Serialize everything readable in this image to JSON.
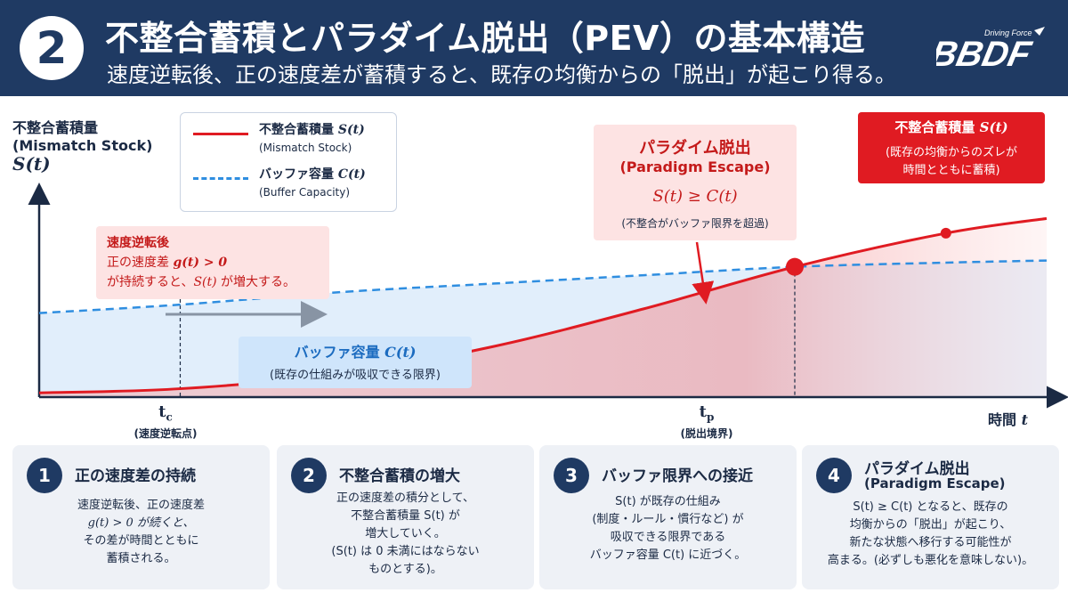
{
  "header": {
    "badge": "2",
    "title": "不整合蓄積とパラダイム脱出（PEV）の基本構造",
    "subtitle": "速度逆転後、正の速度差が蓄積すると、既存の均衡からの「脱出」が起こり得る。",
    "logo_text": "BBDF",
    "logo_tagline": "Driving Force"
  },
  "chart_data": {
    "type": "line",
    "ylabel": [
      "不整合蓄積量",
      "(Mismatch Stock)",
      "S(t)"
    ],
    "xlabel": "時間 t",
    "x_ticks": [
      {
        "label": "t",
        "sub": "c",
        "caption": "(速度逆転点)",
        "x": 0.14
      },
      {
        "label": "t",
        "sub": "p",
        "caption": "(脱出境界)",
        "x": 0.75
      }
    ],
    "xlim": [
      0,
      1
    ],
    "ylim": [
      0,
      1
    ],
    "series": [
      {
        "name": "不整合蓄積量 S(t)",
        "subname": "(Mismatch Stock)",
        "color": "#e01b22",
        "style": "solid",
        "points": [
          [
            0.0,
            0.02
          ],
          [
            0.14,
            0.04
          ],
          [
            0.3,
            0.11
          ],
          [
            0.45,
            0.24
          ],
          [
            0.6,
            0.42
          ],
          [
            0.75,
            0.62
          ],
          [
            0.9,
            0.78
          ],
          [
            1.0,
            0.85
          ]
        ]
      },
      {
        "name": "バッファ容量 C(t)",
        "subname": "(Buffer Capacity)",
        "color": "#2f8ee0",
        "style": "dashed",
        "points": [
          [
            0.0,
            0.4
          ],
          [
            0.14,
            0.44
          ],
          [
            0.3,
            0.5
          ],
          [
            0.45,
            0.54
          ],
          [
            0.6,
            0.58
          ],
          [
            0.75,
            0.62
          ],
          [
            0.9,
            0.64
          ],
          [
            1.0,
            0.65
          ]
        ]
      }
    ],
    "escape_point": [
      0.75,
      0.62
    ],
    "marker_point": [
      0.9,
      0.78
    ]
  },
  "legend": {
    "s_label": "不整合蓄積量",
    "s_math": "S(t)",
    "s_sub": "(Mismatch Stock)",
    "c_label": "バッファ容量",
    "c_math": "C(t)",
    "c_sub": "(Buffer Capacity)"
  },
  "notes": {
    "speed": {
      "h": "速度逆転後",
      "l2a": "正の速度差",
      "l2m": "g(t) > 0",
      "l3a": "が持続すると、",
      "l3m": "S(t)",
      "l3b": "が増大する。"
    },
    "buffer": {
      "h": "バッファ容量",
      "hm": "C(t)",
      "s": "(既存の仕組みが吸収できる限界)"
    },
    "escape": {
      "h": "パラダイム脱出",
      "h2": "(Paradigm Escape)",
      "f": "S(t) ≥ C(t)",
      "s": "(不整合がバッファ限界を超過)"
    },
    "stock": {
      "h": "不整合蓄積量",
      "hm": "S(t)",
      "s1": "(既存の均衡からのズレが",
      "s2": "時間とともに蓄積)"
    }
  },
  "axes": {
    "tc": "t",
    "tc_sub": "c",
    "tc_caption": "(速度逆転点)",
    "tp": "t",
    "tp_sub": "p",
    "tp_caption": "(脱出境界)",
    "x_label": "時間",
    "x_math": "t"
  },
  "cards": [
    {
      "num": "1",
      "title": "正の速度差の持続",
      "title2": "",
      "lines": [
        "速度逆転後、正の速度差",
        "g(t) > 0 が続くと、",
        "その差が時間とともに",
        "蓄積される。"
      ]
    },
    {
      "num": "2",
      "title": "不整合蓄積の増大",
      "title2": "",
      "lines": [
        "正の速度差の積分として、",
        "不整合蓄積量 S(t) が",
        "増大していく。",
        "(S(t) は 0 未満にはならない",
        "ものとする)。"
      ]
    },
    {
      "num": "3",
      "title": "バッファ限界への接近",
      "title2": "",
      "lines": [
        "S(t) が既存の仕組み",
        "(制度・ルール・慣行など) が",
        "吸収できる限界である",
        "バッファ容量 C(t) に近づく。"
      ]
    },
    {
      "num": "4",
      "title": "パラダイム脱出",
      "title2": "(Paradigm Escape)",
      "lines": [
        "S(t) ≥ C(t) となると、既存の",
        "均衡からの「脱出」が起こり、",
        "新たな状態へ移行する可能性が",
        "高まる。(必ずしも悪化を意味しない)。"
      ]
    }
  ],
  "colors": {
    "navy": "#1f3a63",
    "red": "#e01b22",
    "blue": "#2f8ee0",
    "pink": "#fde3e3",
    "lightblue": "#cfe5fb"
  }
}
